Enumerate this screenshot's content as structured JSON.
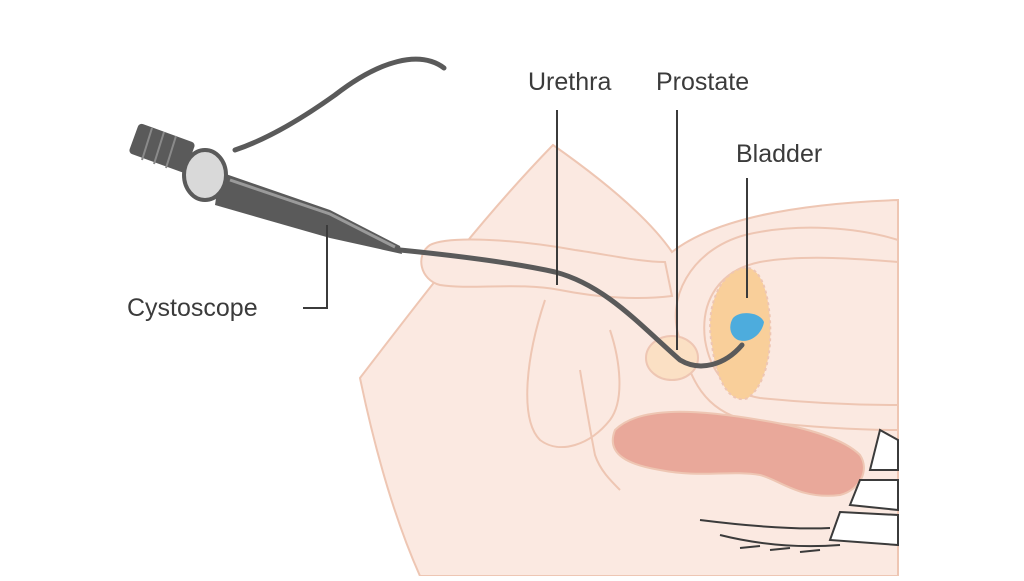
{
  "labels": {
    "urethra": "Urethra",
    "prostate": "Prostate",
    "bladder": "Bladder",
    "cystoscope": "Cystoscope"
  },
  "colors": {
    "skin": "#fbe9e1",
    "skin_outline": "#eec6b3",
    "rectum": "#e9a89a",
    "prostate": "#fbe0c4",
    "bladder": "#f9cf9a",
    "fluid": "#3aa7e4",
    "instrument": "#5a5a5a",
    "instrument_light": "#d9d9d9",
    "label_text": "#3b3b3b",
    "leader_line": "#3b3b3b"
  }
}
